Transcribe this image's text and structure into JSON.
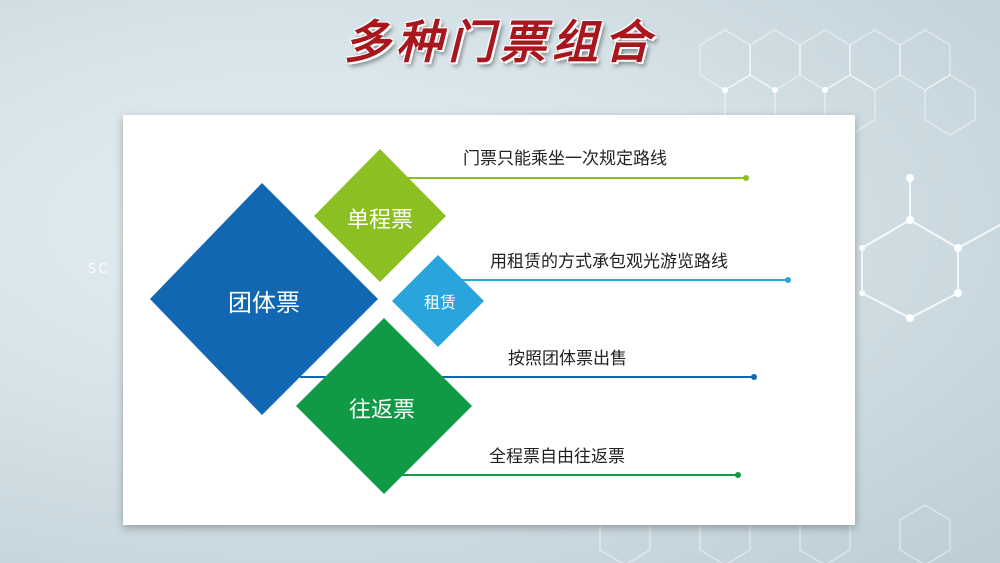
{
  "title": "多种门票组合",
  "background_text": "SC",
  "colors": {
    "dark_blue": "#1267b3",
    "lime_green": "#8cbf21",
    "light_blue": "#2aa4dd",
    "green": "#109a46",
    "title_red": "#a8161e"
  },
  "diagram": {
    "diamonds": [
      {
        "label": "团体票",
        "color": "#1267b3"
      },
      {
        "label": "单程票",
        "color": "#8cbf21"
      },
      {
        "label": "租赁",
        "color": "#2aa4dd"
      },
      {
        "label": "往返票",
        "color": "#109a46"
      }
    ],
    "descriptions": [
      {
        "text": "门票只能乘坐一次规定路线",
        "color": "#8cbf21"
      },
      {
        "text": "用租赁的方式承包观光游览路线",
        "color": "#2aa4dd"
      },
      {
        "text": "按照团体票出售",
        "color": "#1267b3"
      },
      {
        "text": "全程票自由往返票",
        "color": "#109a46"
      }
    ]
  }
}
